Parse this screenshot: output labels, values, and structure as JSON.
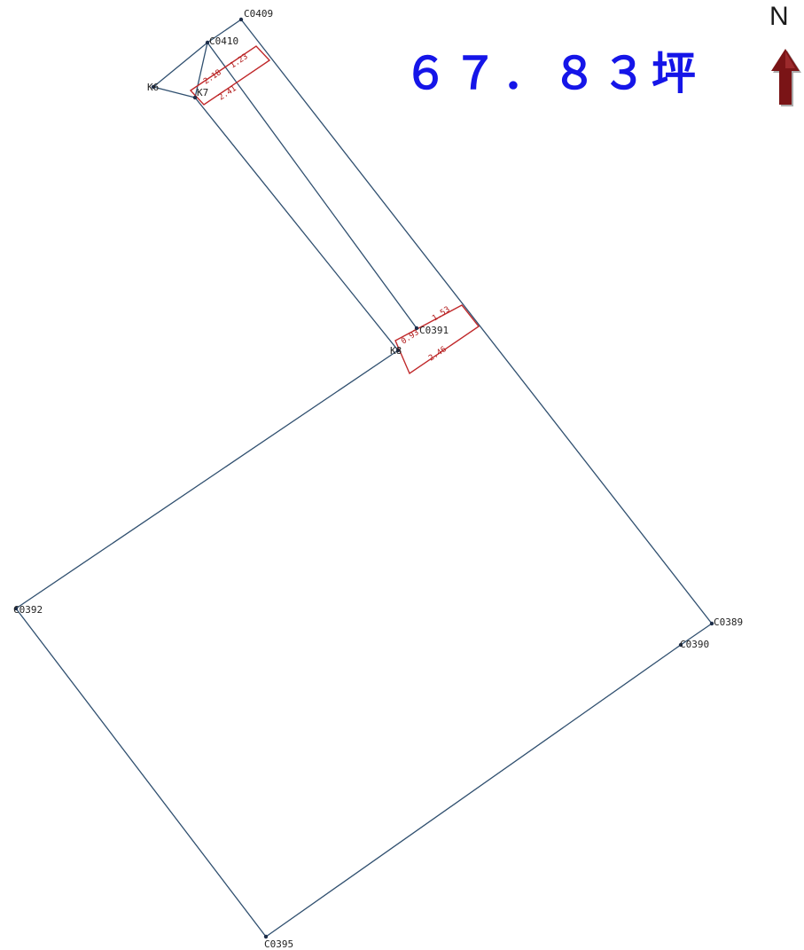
{
  "area_label": "６７．８３坪",
  "north_label": "N",
  "colors": {
    "boundary": "#2f4f6f",
    "dimension": "#c0282a",
    "title": "#1515e8",
    "arrow": "#7a1416"
  },
  "points": {
    "C0409": "C0409",
    "C0410": "C0410",
    "K6": "K6",
    "K7": "K7",
    "K8": "K8",
    "C0391": "C0391",
    "C0392": "C0392",
    "C0389": "C0389",
    "C0390": "C0390",
    "C0395": "C0395"
  },
  "dimensions": {
    "top_a": "2.18",
    "top_b": "1.23",
    "top_c": "2.41",
    "mid_a": "0.93",
    "mid_b": "1.53",
    "mid_c": "2.46"
  }
}
